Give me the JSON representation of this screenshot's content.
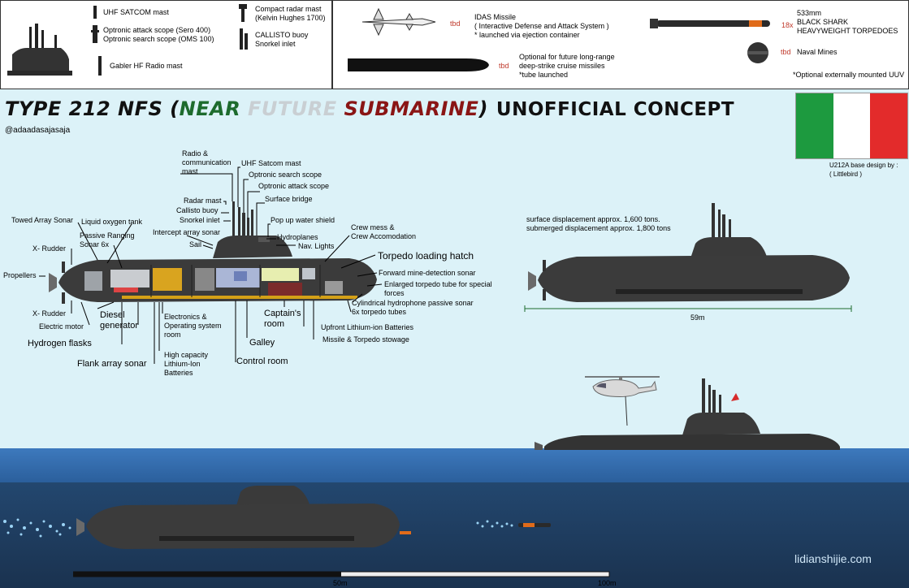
{
  "legend_left": {
    "items": [
      "UHF SATCOM mast",
      "Optronic attack scope (Sero 400)",
      "Optronic search scope (OMS 100)",
      "Gabler HF Radio mast",
      "Compact radar mast",
      "(Kelvin Hughes 1700)",
      "CALLISTO buoy",
      "Snorkel inlet"
    ]
  },
  "legend_right": {
    "idas_tbd": "tbd",
    "idas_title": "IDAS Missile",
    "idas_sub": "( Interactive Defense and Attack System )",
    "idas_note": "* launched via ejection container",
    "torpedo_size": "533mm",
    "torpedo_count": "18x",
    "torpedo_name": "BLACK SHARK",
    "torpedo_type": "HEAVYWEIGHT TORPEDOES",
    "cruise_tbd": "tbd",
    "cruise_1": "Optional for future  long-range",
    "cruise_2": "deep-strike cruise missiles",
    "cruise_3": "*tube launched",
    "mines_tbd": "tbd",
    "mines": "Naval Mines",
    "uuv": "*Optional externally mounted UUV"
  },
  "title": {
    "part1": "TYPE 212 NFS (",
    "near": "NEAR ",
    "future": "FUTURE ",
    "submarine": "SUBMARINE",
    "close": ")",
    "unofficial": "UNOFFICIAL CONCEPT"
  },
  "author": "@adaadasajasaja",
  "credit": {
    "line1": "U212A base design by :",
    "line2": "( Littlebird )"
  },
  "colors": {
    "flag_green": "#1d9a3f",
    "flag_white": "#ffffff",
    "flag_red": "#e32b2b",
    "hull": "#3b3b3b",
    "sky": "#dcf2f8",
    "sea_surface": "#2b5f9c",
    "sea_deep": "#1e3a5c"
  },
  "labels": {
    "radio_mast": "Radio &",
    "radio_mast2": "communication",
    "radio_mast3": "mast",
    "uhf_satcom": "UHF Satcom mast",
    "optronic_search": "Optronic search scope",
    "optronic_attack": "Optronic attack scope",
    "surface_bridge": "Surface bridge",
    "radar_mast": "Radar mast",
    "callisto": "Callisto buoy",
    "snorkel": "Snorkel inlet",
    "popup": "Pop up water shield",
    "towed": "Towed Array Sonar",
    "lox": "Liquid oxygen tank",
    "passive1": "Passive Ranging",
    "passive2": "Sonar  6x",
    "intercept": "Intercept array sonar",
    "sail": "Sail",
    "hydroplanes": "Hydroplanes",
    "navlights": "Nav. Lights",
    "crewmess1": "Crew mess &",
    "crewmess2": "Crew Accomodation",
    "torpedo_hatch": "Torpedo loading hatch",
    "x_rudder_top": "X- Rudder",
    "propellers": "Propellers",
    "x_rudder_bot": "X- Rudder",
    "electric_motor": "Electric motor",
    "diesel1": "Diesel",
    "diesel2": "generator",
    "hydrogen": "Hydrogen flasks",
    "flank": "Flank array sonar",
    "electronics1": "Electronics &",
    "electronics2": "Operating system",
    "electronics3": "room",
    "battery1": "High capacity",
    "battery2": "Lithium-Ion",
    "battery3": "Batteries",
    "control": "Control room",
    "galley": "Galley",
    "captain1": "Captain's",
    "captain2": "room",
    "mine_sonar": "Forward mine-detection sonar",
    "torpedo_tube1": "Enlarged torpedo tube for special",
    "torpedo_tube2": "forces",
    "cyl_sonar": "Cylindrical hydrophone passive sonar",
    "torpedo_tubes6": "6x torpedo tubes",
    "upfront_batt": "Upfront Lithium-ion Batteries",
    "missile_stow": "Missile & Torpedo stowage"
  },
  "side_view": {
    "disp1": "surface displacement approx. 1,600 tons.",
    "disp2": "submerged displacement approx. 1,800 tons",
    "length": "59m"
  },
  "scale": {
    "mid": "50m",
    "end": "100m"
  },
  "watermark": "lidianshijie.com"
}
